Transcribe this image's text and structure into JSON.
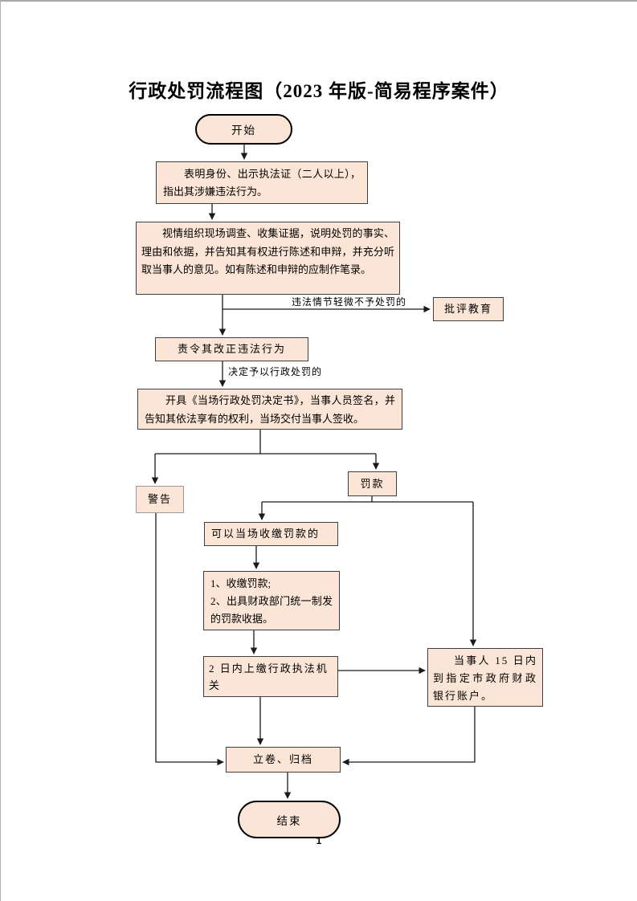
{
  "title": "行政处罚流程图（2023 年版-简易程序案件）",
  "flowchart": {
    "start": "开始",
    "identify": "表明身份、出示执法证（二人以上），指出其涉嫌违法行为。",
    "investigate": "视情组织现场调查、收集证据，说明处罚的事实、理由和依据，并告知其有权进行陈述和申辩，并充分听取当事人的意见。如有陈述和申辩的应制作笔录。",
    "minor_label": "违法情节轻微不予处罚的",
    "criticism": "批评教育",
    "order_correct": "责令其改正违法行为",
    "decide_label": "决定予以行政处罚的",
    "issue_decision": "开具《当场行政处罚决定书》，当事人员签名，并告知其依法享有的权利，当场交付当事人签收。",
    "warning": "警告",
    "fine": "罚款",
    "onspot": "可以当场收缴罚款的",
    "collect_items": [
      "1、收缴罚款;",
      "2、出具财政部门统一制发的罚款收据。"
    ],
    "remit": "2 日内上缴行政执法机关",
    "party_pay": "当事人 15 日内到指定市政府财政银行账户。",
    "archive": "立卷、归档",
    "end": "结束"
  },
  "colors": {
    "node_fill": "#fbe5d6",
    "node_border": "#3f3f3f",
    "arrow": "#1a1a1a"
  },
  "page": {
    "number": "1"
  }
}
